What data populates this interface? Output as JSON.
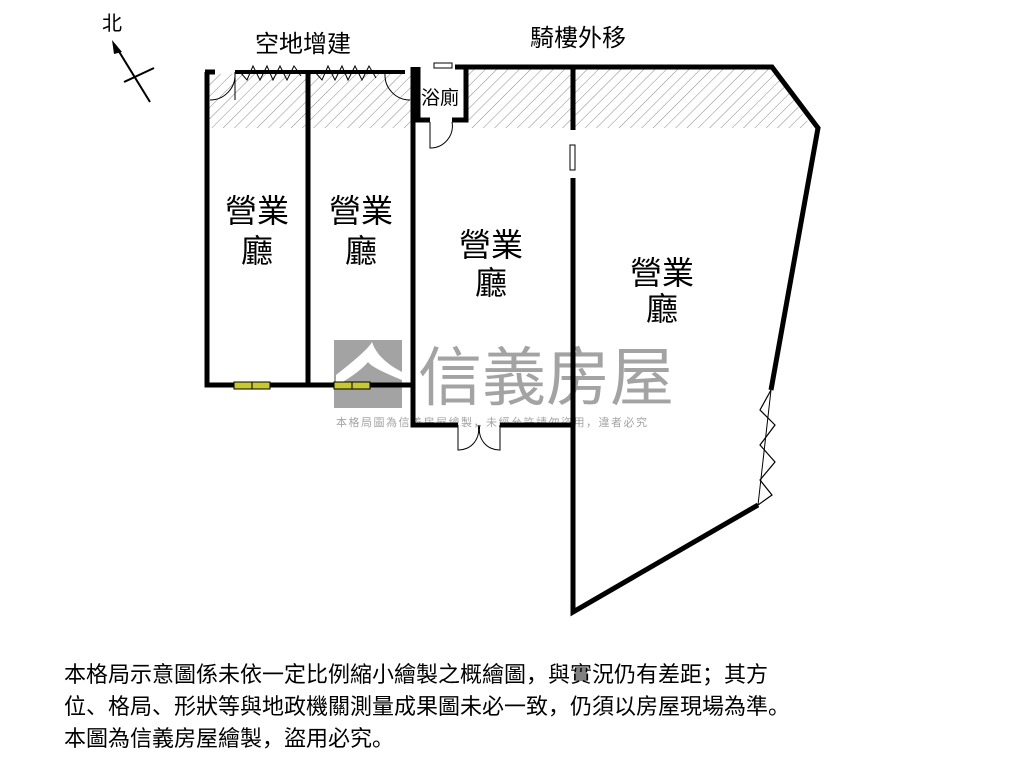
{
  "compass": {
    "north_label": "北"
  },
  "labels": {
    "open_land_extension": "空地增建",
    "arcade_moved_out": "騎樓外移",
    "bathroom": "浴廁"
  },
  "rooms": [
    {
      "line1": "營業",
      "line2": "廳"
    },
    {
      "line1": "營業",
      "line2": "廳"
    },
    {
      "line1": "營業",
      "line2": "廳"
    },
    {
      "line1": "營業",
      "line2": "廳"
    }
  ],
  "watermark": {
    "brand": "信義房屋",
    "notice": "本格局圖為信義房屋繪製，未經允許請勿盜用，違者必究"
  },
  "disclaimer": {
    "lines": [
      "本格局示意圖係未依一定比例縮小繪製之概繪圖，與實況仍有差距；其方",
      "位、格局、形狀等與地政機關測量成果圖未必一致，仍須以房屋現場為準。",
      "本圖為信義房屋繪製，盜用必究。"
    ]
  },
  "colors": {
    "wall": "#000000",
    "window": "#c8c832",
    "watermark": "#9a9a9a",
    "hatch": "#8a8a8a"
  }
}
